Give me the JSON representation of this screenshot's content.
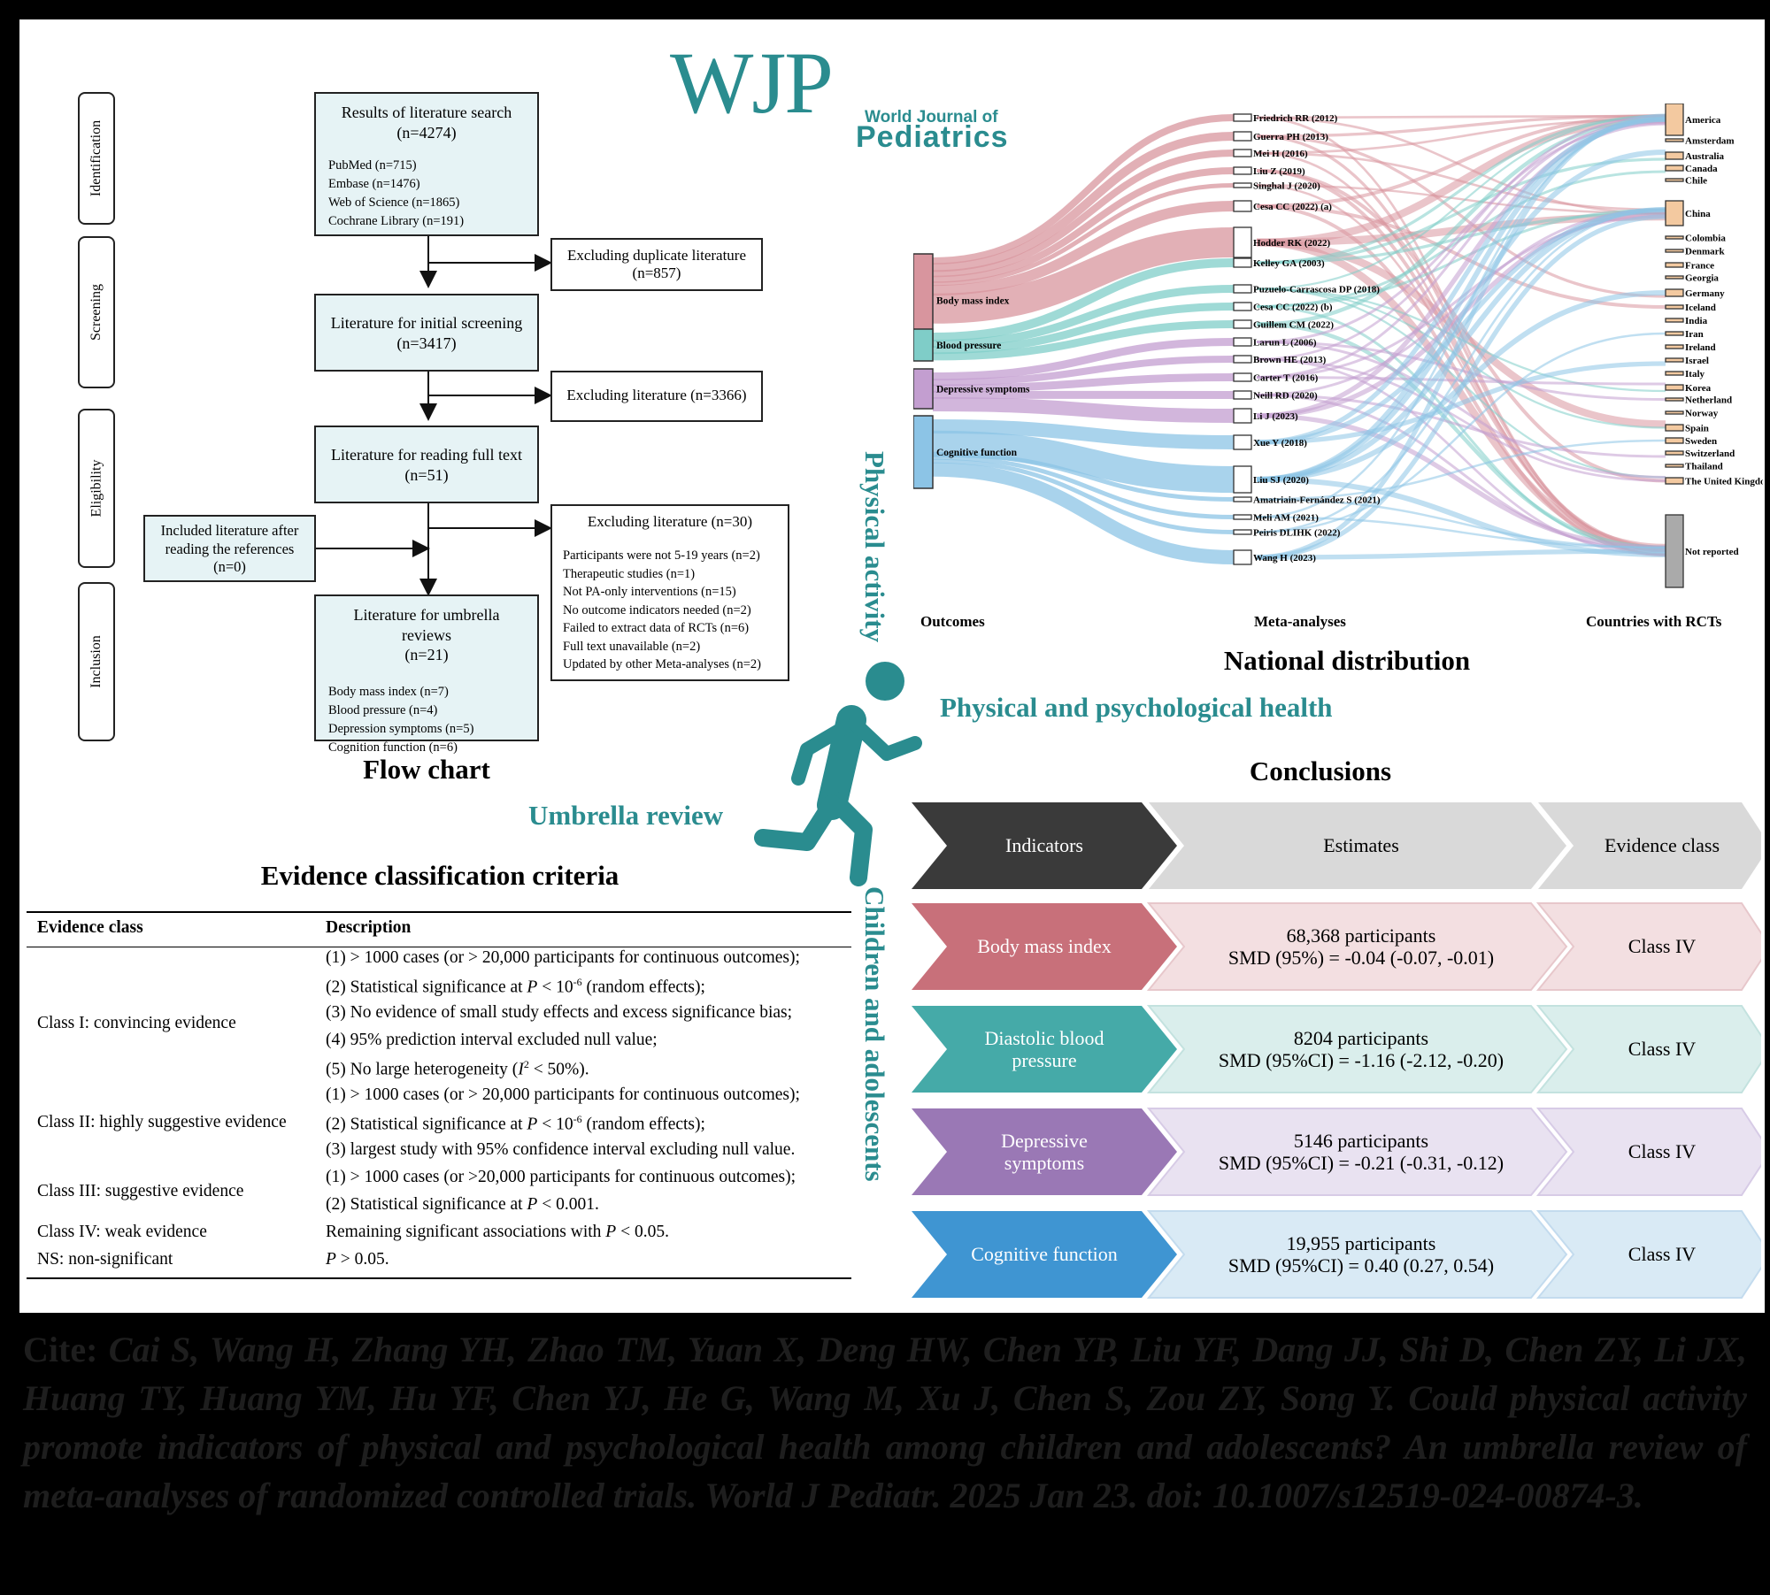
{
  "logo": {
    "letters": "WJP",
    "line1": "World Journal of",
    "line2": "Pediatrics"
  },
  "flow": {
    "title": "Flow chart",
    "stages": [
      "Identification",
      "Screening",
      "Eligibility",
      "Inclusion"
    ],
    "search": {
      "title": "Results of literature search",
      "count": "(n=4274)",
      "items": [
        "PubMed (n=715)",
        "Embase (n=1476)",
        "Web of Science (n=1865)",
        "Cochrane Library (n=191)"
      ]
    },
    "dup": {
      "title": "Excluding duplicate literature",
      "count": "(n=857)"
    },
    "screen": {
      "title": "Literature for initial screening",
      "count": "(n=3417)"
    },
    "excl1": {
      "title": "Excluding literature (n=3366)"
    },
    "fulltext": {
      "title": "Literature for reading full text",
      "count": "(n=51)"
    },
    "refs": {
      "title": "Included literature after reading the references",
      "count": "(n=0)"
    },
    "excl2": {
      "title": "Excluding literature (n=30)",
      "items": [
        "Participants were not 5-19 years (n=2)",
        "Therapeutic studies (n=1)",
        "Not PA-only interventions (n=15)",
        "No outcome indicators needed (n=2)",
        "Failed to extract data of RCTs (n=6)",
        "Full text unavailable (n=2)",
        "Updated by other Meta-analyses (n=2)"
      ]
    },
    "umbrella": {
      "title": "Literature for umbrella reviews",
      "count": "(n=21)",
      "items": [
        "Body mass index (n=7)",
        "Blood pressure (n=4)",
        "Depression symptoms (n=5)",
        "Cognition function (n=6)"
      ]
    }
  },
  "sankey": {
    "title": "National distribution",
    "col_outcomes": "Outcomes",
    "col_meta": "Meta-analyses",
    "col_countries": "Countries with RCTs",
    "outcomes": [
      {
        "name": "Body mass index",
        "color": "#d8959e"
      },
      {
        "name": "Blood pressure",
        "color": "#7fcdc8"
      },
      {
        "name": "Depressive symptoms",
        "color": "#c39ed0"
      },
      {
        "name": "Cognitive function",
        "color": "#8cc4e6"
      }
    ],
    "meta": [
      "Friedrich RR (2012)",
      "Guerra PH (2013)",
      "Mei H (2016)",
      "Liu Z (2019)",
      "Singhal J (2020)",
      "Cesa CC (2022) (a)",
      "Hodder RK (2022)",
      "Kelley GA (2003)",
      "Puzuelo-Carrascosa DP (2018)",
      "Cesa CC (2022) (b)",
      "Guillem CM (2022)",
      "Larun L (2006)",
      "Brown HE (2013)",
      "Carter T (2016)",
      "Neill RD (2020)",
      "Li J (2023)",
      "Xue Y (2018)",
      "Liu SJ (2020)",
      "Amatriain-Fernández S (2021)",
      "Meli AM (2021)",
      "Peiris DLIHK (2022)",
      "Wang H (2023)"
    ],
    "countries": [
      "America",
      "Amsterdam",
      "Australia",
      "Canada",
      "Chile",
      "China",
      "Colombia",
      "Denmark",
      "France",
      "Georgia",
      "Germany",
      "Iceland",
      "India",
      "Iran",
      "Ireland",
      "Israel",
      "Italy",
      "Korea",
      "Netherland",
      "Norway",
      "Spain",
      "Sweden",
      "Switzerland",
      "Thailand",
      "The United Kingdom",
      "Not reported"
    ]
  },
  "center": {
    "physical_activity": "Physical activity",
    "health": "Physical and psychological health",
    "umbrella_review": "Umbrella review",
    "children": "Children and adolescents"
  },
  "criteria": {
    "title": "Evidence classification criteria",
    "col1": "Evidence class",
    "col2": "Description",
    "classes": [
      {
        "name": "Class I: convincing evidence",
        "lines": [
          "(1) > 1000 cases (or > 20,000 participants for continuous outcomes);",
          "(2) Statistical significance at P < 10-6 (random effects);",
          "(3) No evidence of small study effects and excess significance bias;",
          "(4) 95% prediction interval excluded null value;",
          "(5) No large heterogeneity (I2 < 50%)."
        ]
      },
      {
        "name": "Class II: highly suggestive evidence",
        "lines": [
          "(1) > 1000 cases (or > 20,000 participants for continuous outcomes);",
          "(2) Statistical significance at P < 10-6 (random effects);",
          "(3) largest study with 95% confidence interval excluding null value."
        ]
      },
      {
        "name": "Class III: suggestive evidence",
        "lines": [
          "(1) > 1000 cases (or >20,000 participants for continuous outcomes);",
          "(2) Statistical significance at P < 0.001."
        ]
      },
      {
        "name": "Class IV: weak evidence",
        "lines": [
          "Remaining significant associations with P < 0.05."
        ]
      },
      {
        "name": "NS: non-significant",
        "lines": [
          "P > 0.05."
        ]
      }
    ]
  },
  "conclusions": {
    "title": "Conclusions",
    "header": {
      "c1": "Indicators",
      "c2": "Estimates",
      "c3": "Evidence class"
    },
    "rows": [
      {
        "indicator": "Body mass index",
        "participants": "68,368 participants",
        "smd": "SMD (95%) = -0.04 (-0.07, -0.01)",
        "class": "Class IV",
        "dark": "#c8707a",
        "light": "#f3dfe1"
      },
      {
        "indicator": "Diastolic blood pressure",
        "participants": "8204 participants",
        "smd": "SMD (95%CI) = -1.16 (-2.12, -0.20)",
        "class": "Class IV",
        "dark": "#45aaa8",
        "light": "#daeeec"
      },
      {
        "indicator": "Depressive symptoms",
        "participants": "5146 participants",
        "smd": "SMD (95%CI) = -0.21 (-0.31, -0.12)",
        "class": "Class IV",
        "dark": "#9a78b5",
        "light": "#e9e2f1"
      },
      {
        "indicator": "Cognitive function",
        "participants": "19,955 participants",
        "smd": "SMD (95%CI) = 0.40 (0.27, 0.54)",
        "class": "Class IV",
        "dark": "#3f95d2",
        "light": "#d9eaf5"
      }
    ]
  },
  "citation": {
    "label": "Cite:",
    "text": "Cai S, Wang H, Zhang YH, Zhao TM, Yuan X, Deng HW, Chen YP, Liu YF, Dang JJ, Shi D, Chen ZY, Li JX, Huang TY, Huang YM, Hu YF, Chen YJ, He G, Wang M, Xu J, Chen S, Zou ZY, Song Y. Could physical activity promote indicators of physical and psychological health among children and adolescents? An umbrella review of meta-analyses of randomized controlled trials. World J Pediatr. 2025 Jan 23. doi: 10.1007/s12519-024-00874-3."
  }
}
